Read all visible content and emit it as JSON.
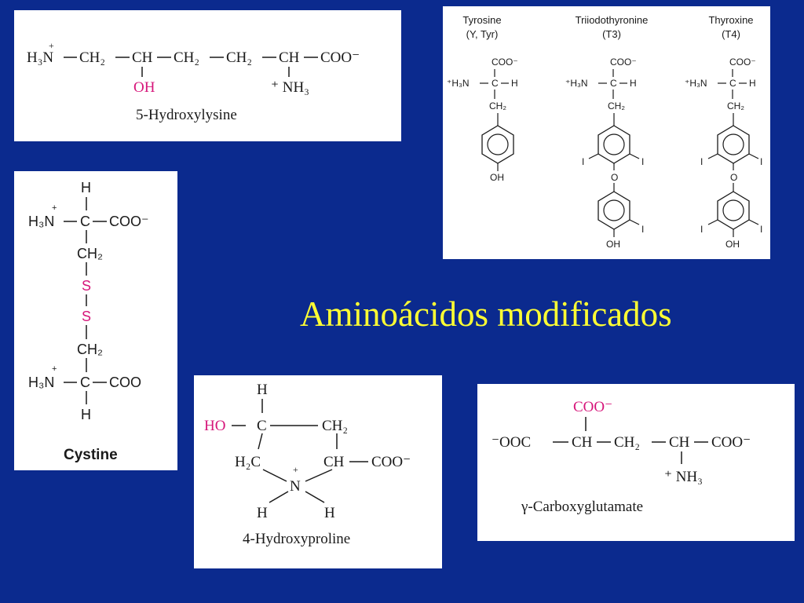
{
  "slide": {
    "title": "Aminoácidos modificados",
    "background_color": "#0b2a8e",
    "title_color": "#ffff33",
    "highlight_color": "#d6157a"
  },
  "hydroxylysine": {
    "row": "H₃N̊—CH₂—CH—CH₂—CH₂—CH—COO⁻",
    "h3n": "H₃N",
    "ch2": "CH₂",
    "ch": "CH",
    "coo": "COO⁻",
    "oh": "OH",
    "nh3": "⁺ NH₃",
    "plus": "+",
    "name": "5-Hydroxylysine"
  },
  "thyroid": {
    "tyrosine_title": "Tyrosine",
    "tyrosine_sub": "(Y, Tyr)",
    "t3_title": "Triiodothyronine",
    "t3_sub": "(T3)",
    "t4_title": "Thyroxine",
    "t4_sub": "(T4)",
    "coo": "COO⁻",
    "h3n": "⁺H₃N",
    "c": "C",
    "h": "H",
    "ch2": "CH₂",
    "oh": "OH",
    "o": "O",
    "iodine": "I"
  },
  "cystine": {
    "h": "H",
    "h3n": "H₃N",
    "plus": "+",
    "c": "C",
    "coo_minus": "COO⁻",
    "coo": "COO",
    "ch2": "CH₂",
    "s": "S",
    "name": "Cystine"
  },
  "hydroxyproline": {
    "h": "H",
    "ho": "HO",
    "c": "C",
    "ch2": "CH₂",
    "h2c": "H₂C",
    "ch": "CH",
    "coo": "COO⁻",
    "n": "N",
    "plus": "+",
    "name": "4-Hydroxyproline"
  },
  "carboxyglutamate": {
    "coo_top": "COO⁻",
    "left": "⁻OOC",
    "ch": "CH",
    "ch2": "CH₂",
    "coo": "COO⁻",
    "nh3": "⁺ NH₃",
    "name": "γ-Carboxyglutamate"
  }
}
